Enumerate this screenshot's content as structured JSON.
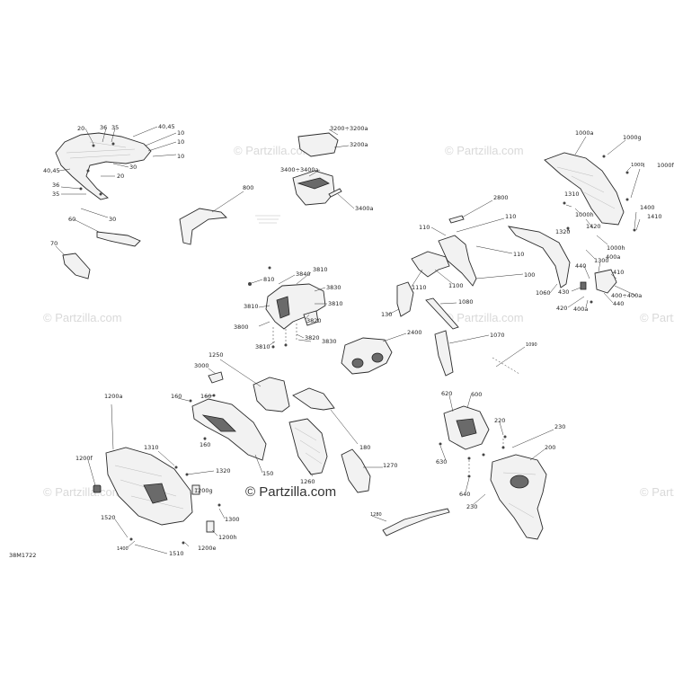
{
  "watermark": {
    "text": "Partzilla.com",
    "copyright_symbol": "©"
  },
  "diagram_id": "38M1722",
  "callouts": {
    "c20a": "20",
    "c36a": "36",
    "c35a": "35",
    "c4045": "40,45",
    "c10a": "10",
    "c10b": "10",
    "c30a": "30",
    "c4045b": "40,45",
    "c36b": "36",
    "c35b": "35",
    "c20b": "20",
    "c30b": "30",
    "c60": "60",
    "c70": "70",
    "c3200": "3200÷3200a",
    "c3200a": "3200a",
    "c3400": "3400÷3400a",
    "c3400a": "3400a",
    "c800": "800",
    "c810": "810",
    "c3840": "3840",
    "c3810a": "3810",
    "c3830a": "3830",
    "c3810b": "3810",
    "c3810c": "3810",
    "c3820a": "3820",
    "c3800": "3800",
    "c3810d": "3810",
    "c3820b": "3820",
    "c3830b": "3830",
    "c2800": "2800",
    "c110a": "110",
    "c110b": "110",
    "c110c": "110",
    "c100": "100",
    "c1100": "1100",
    "c1110": "1110",
    "c1080": "1080",
    "c130": "130",
    "c2400": "2400",
    "c1070": "1070",
    "c1090": "1090",
    "c1000a": "1000a",
    "c1000g": "1000g",
    "c1000j": "1000j",
    "c1000f": "1000f",
    "c1310": "1310",
    "c1000h": "1000h",
    "c1420": "1420",
    "c1320": "1320",
    "c1000h2": "1000h",
    "c1300": "1300",
    "c1400": "1400",
    "c1410": "1410",
    "c2800b": "1060",
    "c440": "440",
    "c400a": "400a",
    "c410": "410",
    "c430": "430",
    "c420": "420",
    "c400a2": "400a",
    "c400": "400÷400a",
    "c440b": "440",
    "c1250": "1250",
    "c3000": "3000",
    "c160a": "160",
    "c160b": "160",
    "c160c": "160",
    "c150": "150",
    "c180": "180",
    "c1260": "1260",
    "c1270": "1270",
    "c1280": "1280",
    "c620": "620",
    "c600": "600",
    "c630": "630",
    "c220": "220",
    "c230a": "230",
    "c640": "640",
    "c230b": "230",
    "c200": "200",
    "c1200a": "1200a",
    "c1310b": "1310",
    "c1320b": "1320",
    "c1200f": "1200f",
    "c1200g": "1200g",
    "c1520": "1520",
    "c1300b": "1300",
    "c1200h": "1200h",
    "c1400b": "1400",
    "c1200e": "1200e",
    "c1510": "1510"
  }
}
